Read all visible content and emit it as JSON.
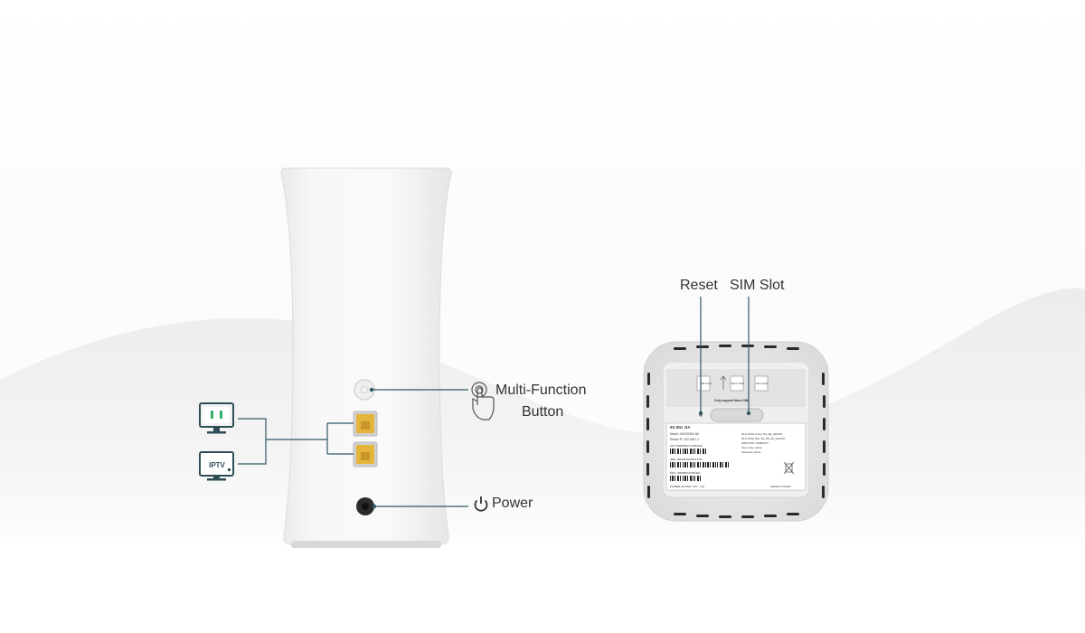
{
  "callouts": {
    "reset": "Reset",
    "sim_slot": "SIM Slot",
    "multi_function_line1": "Multi-Function",
    "multi_function_line2": "Button",
    "power": "Power"
  },
  "devices": {
    "iptv_label": "IPTV"
  },
  "bottom_label": {
    "sim_card_left": "SIM Card",
    "nano_card": "Nano Card",
    "mini_card": "Mini Card",
    "support_note": "Only support Nano SIM",
    "product": "5G IDU_NA",
    "model": "Model: XHC300S1-NA",
    "device_ip": "Device IP: 192.168.1.1",
    "sn": "S/N: 8SB25002T14000168",
    "imei": "IMEI: 86018504105417/05",
    "mac": "MAC: 98F5B4A4C8D4E1",
    "power_rating": "POWER RATING: 12V ⎓ 2A",
    "made_in": "MADE IN CHINA",
    "wifi_ssid_24": "Wi-Fi SSID (2.4G): 5G_NR_04ACD7",
    "wifi_ssid_5": "Wi-Fi SSID (5G): 5G_NR_5G_04ACD7",
    "wpa_psk": "WPA2-PSK: 32DB4CD7",
    "user_name": "User name: admin",
    "password": "Password: admin"
  },
  "colors": {
    "accent_line": "#2f5a66",
    "port_yellow": "#e4b53a",
    "text": "#333333",
    "device_body": "#f6f6f6"
  }
}
